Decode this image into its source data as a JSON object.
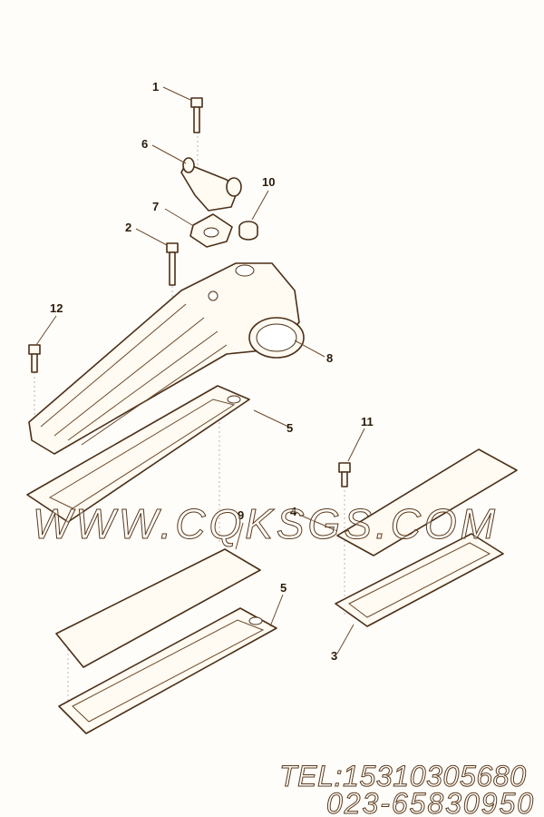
{
  "callouts": {
    "c1": "1",
    "c6": "6",
    "c10": "10",
    "c7": "7",
    "c2": "2",
    "c12": "12",
    "c8": "8",
    "c5a": "5",
    "c11": "11",
    "c4": "4",
    "c9": "9",
    "c5b": "5",
    "c3": "3"
  },
  "watermark": {
    "url": "WWW.CQKSGS.COM",
    "tel": "TEL:15310305680",
    "phone": "023-65830950"
  },
  "colors": {
    "line": "#4a3018",
    "background": "#fffdfa"
  }
}
